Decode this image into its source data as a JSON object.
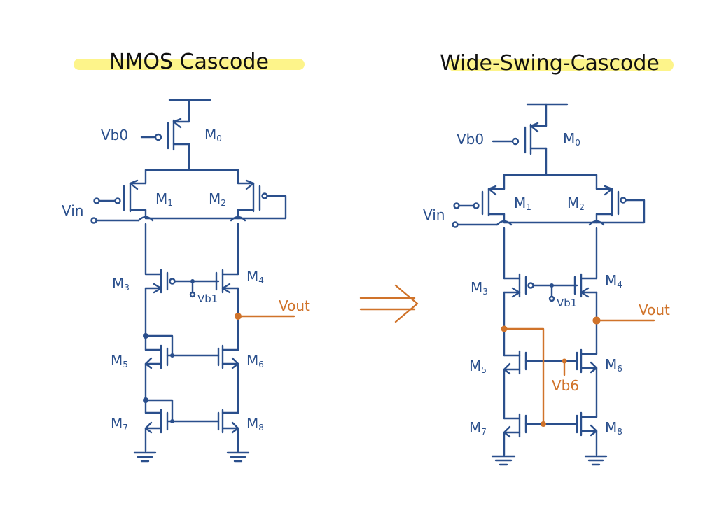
{
  "colors": {
    "ink": "#2a4f8c",
    "accent": "#d0732a",
    "highlight": "#fdf48a",
    "title": "#111111"
  },
  "left": {
    "title": "NMOS Cascode",
    "labels": {
      "m0": "M",
      "m0_sub": "0",
      "m1": "M",
      "m1_sub": "1",
      "m2": "M",
      "m2_sub": "2",
      "m3": "M",
      "m3_sub": "3",
      "m4": "M",
      "m4_sub": "4",
      "m5": "M",
      "m5_sub": "5",
      "m6": "M",
      "m6_sub": "6",
      "m7": "M",
      "m7_sub": "7",
      "m8": "M",
      "m8_sub": "8",
      "vb0": "Vb0",
      "vin": "Vin",
      "vb1": "Vb1",
      "vout": "Vout"
    }
  },
  "right": {
    "title": "Wide-Swing-Cascode",
    "labels": {
      "m0": "M",
      "m0_sub": "0",
      "m1": "M",
      "m1_sub": "1",
      "m2": "M",
      "m2_sub": "2",
      "m3": "M",
      "m3_sub": "3",
      "m4": "M",
      "m4_sub": "4",
      "m5": "M",
      "m5_sub": "5",
      "m6": "M",
      "m6_sub": "6",
      "m7": "M",
      "m7_sub": "7",
      "m8": "M",
      "m8_sub": "8",
      "vb0": "Vb0",
      "vin": "Vin",
      "vb1": "Vb1",
      "vout": "Vout",
      "vb6": "Vb6"
    }
  },
  "arrow": "⟹"
}
